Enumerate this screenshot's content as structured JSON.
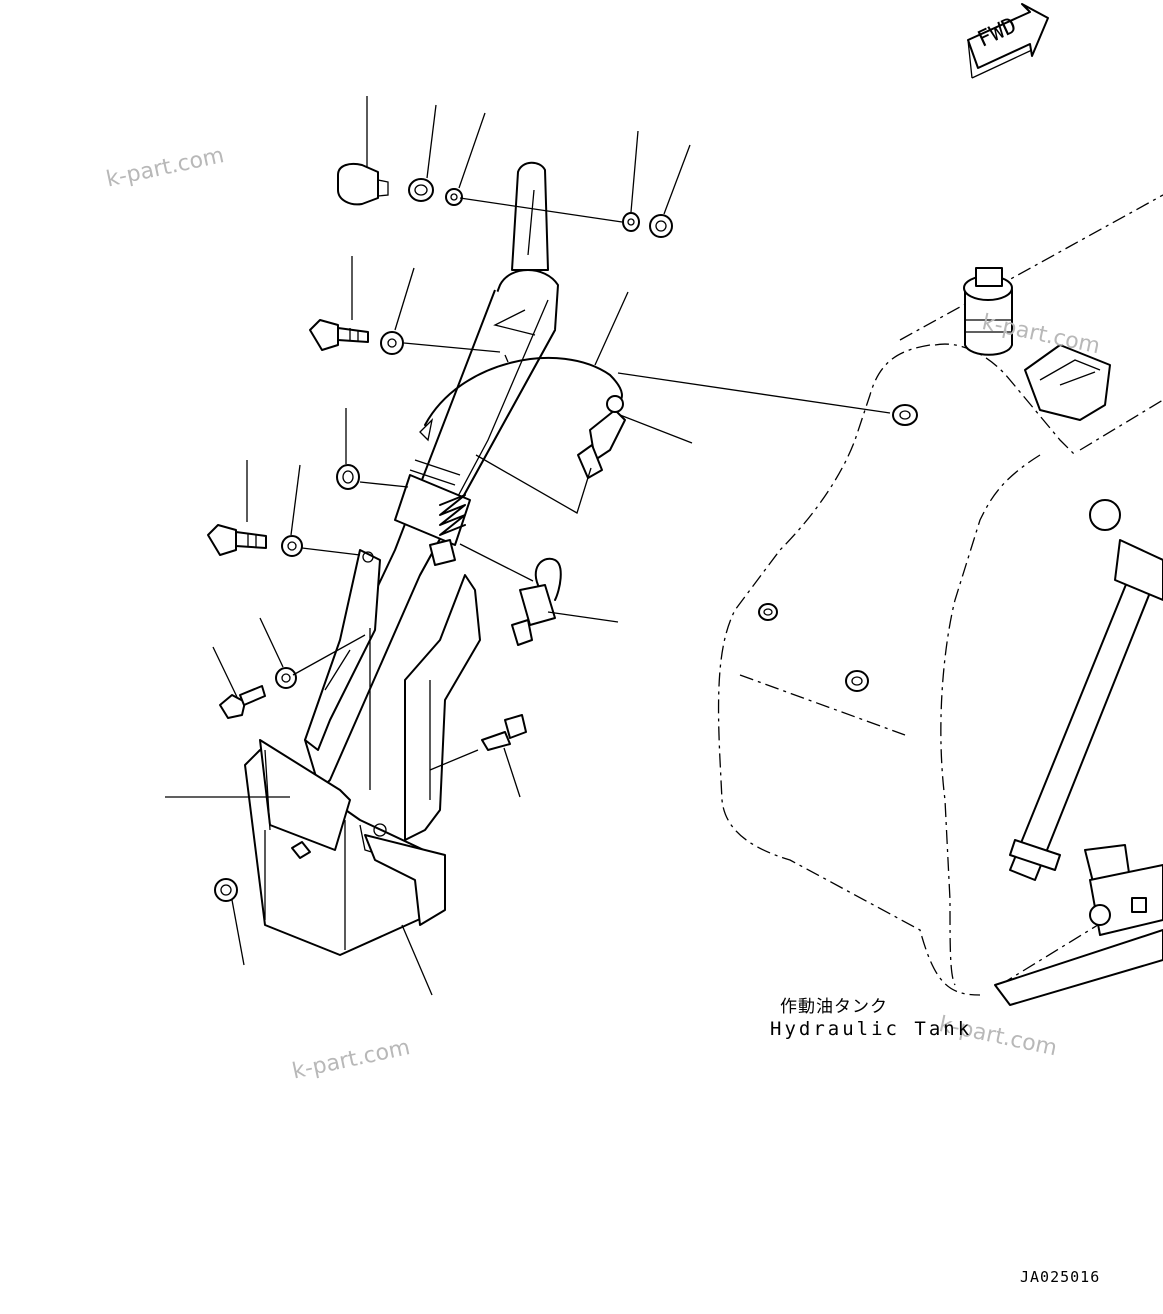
{
  "direction_arrow": {
    "label": "FWD"
  },
  "tank_label": {
    "japanese": "作動油タンク",
    "english": "Hydraulic Tank"
  },
  "drawing_code": "JA025016",
  "watermarks": [
    "k-part.com",
    "k-part.com",
    "k-part.com",
    "k-part.com"
  ]
}
